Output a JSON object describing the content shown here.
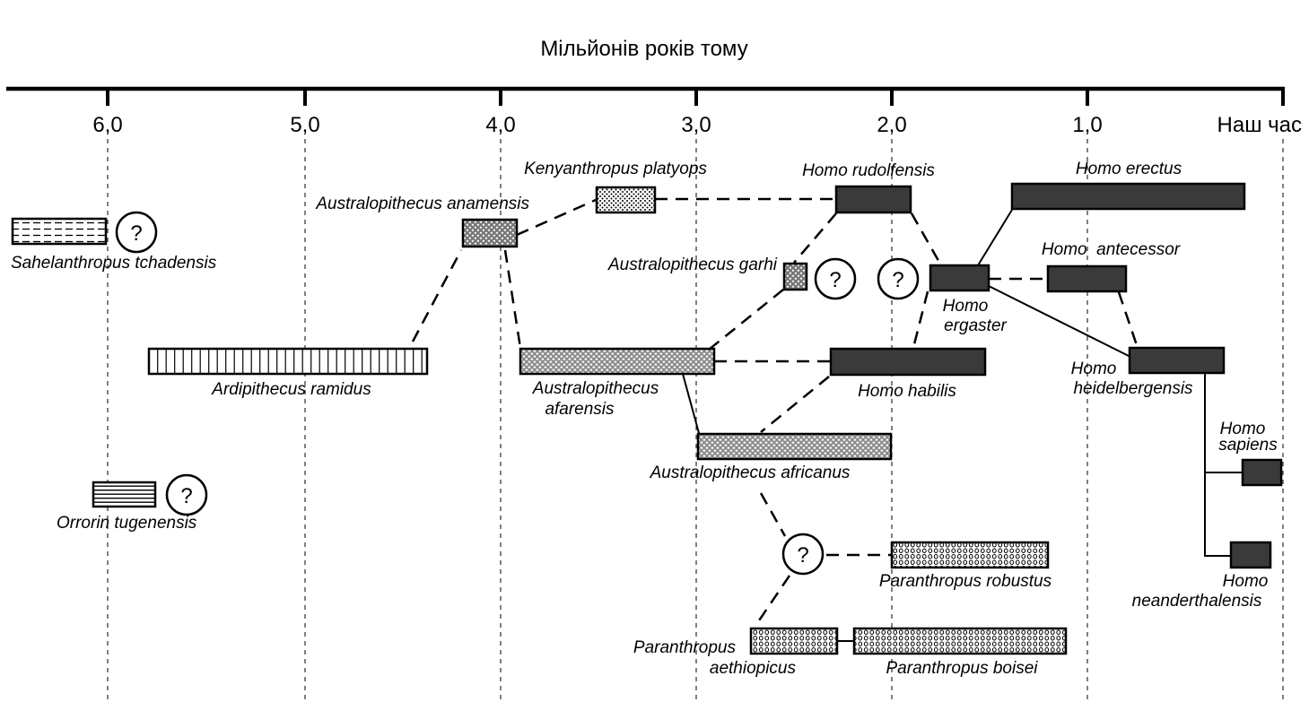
{
  "axis": {
    "title": "Мільйонів років тому",
    "ticks": [
      "6,0",
      "5,0",
      "4,0",
      "3,0",
      "2,0",
      "1,0",
      "Наш час"
    ]
  },
  "question_mark": "?",
  "colors": {
    "ink": "#000000",
    "homo_fill": "#3a3a3a",
    "background": "#ffffff"
  },
  "species": {
    "sahelanthropus": "Sahelanthropus tchadensis",
    "orrorin": "Orrorin tugenensis",
    "ardipithecus": "Ardipithecus ramidus",
    "anamensis": "Australopithecus anamensis",
    "afarensis_1": "Australopithecus",
    "afarensis_2": "afarensis",
    "africanus": "Australopithecus africanus",
    "garhi": "Australopithecus garhi",
    "kenyanthropus": "Kenyanthropus platyops",
    "aethiopicus_1": "Paranthropus",
    "aethiopicus_2": "aethiopicus",
    "boisei": "Paranthropus boisei",
    "robustus": "Paranthropus robustus",
    "rudolfensis": "Homo rudolfensis",
    "habilis": "Homo habilis",
    "ergaster_1": "Homo",
    "ergaster_2": "ergaster",
    "erectus": "Homo erectus",
    "antecessor": "Homo  antecessor",
    "heidelbergensis_1": "Homo",
    "heidelbergensis_2": "heidelbergensis",
    "sapiens_1": "Homo",
    "sapiens_2": "sapiens",
    "neanderthalensis_1": "Homo",
    "neanderthalensis_2": "neanderthalensis"
  }
}
